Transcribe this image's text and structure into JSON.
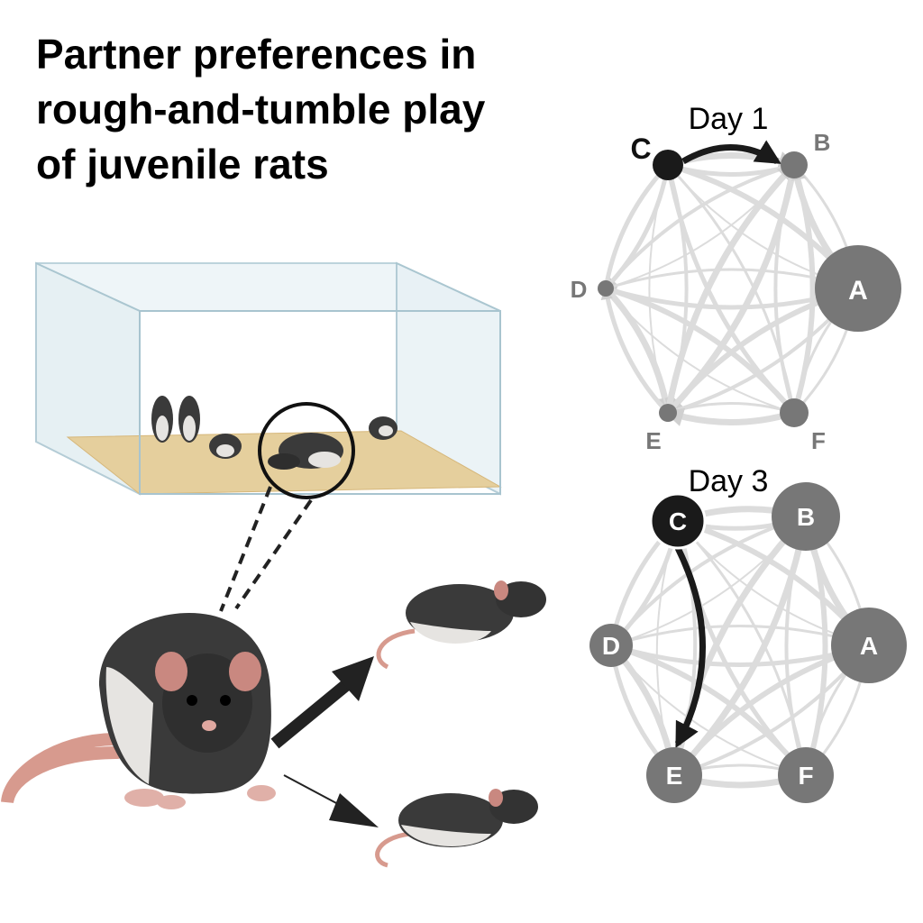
{
  "title": {
    "lines": [
      "Partner preferences in",
      "rough-and-tumble play",
      "of juvenile rats"
    ]
  },
  "networks": [
    {
      "label": "Day 1",
      "highlight_edge": {
        "from": "C",
        "to": "B"
      },
      "nodes": [
        {
          "id": "C",
          "color": "#1a1a1a"
        },
        {
          "id": "B",
          "color": "#777777"
        },
        {
          "id": "A",
          "color": "#777777"
        },
        {
          "id": "D",
          "color": "#777777"
        },
        {
          "id": "E",
          "color": "#777777"
        },
        {
          "id": "F",
          "color": "#777777"
        }
      ]
    },
    {
      "label": "Day 3",
      "highlight_edge": {
        "from": "C",
        "to": "E"
      },
      "nodes": [
        {
          "id": "C",
          "color": "#1a1a1a"
        },
        {
          "id": "B",
          "color": "#777777"
        },
        {
          "id": "A",
          "color": "#777777"
        },
        {
          "id": "D",
          "color": "#777777"
        },
        {
          "id": "E",
          "color": "#777777"
        },
        {
          "id": "F",
          "color": "#777777"
        }
      ]
    }
  ],
  "colors": {
    "edge": "#dcdcdc",
    "highlight": "#1a1a1a",
    "node": "#777777",
    "rat_body": "#3a3a3a",
    "rat_belly": "#e6e4e1",
    "rat_tail": "#d79a8e",
    "bedding": "#e5cf9d"
  }
}
